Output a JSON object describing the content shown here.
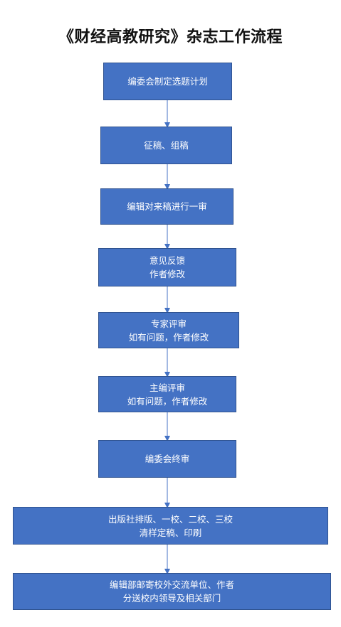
{
  "title": "《财经高教研究》杂志工作流程",
  "accent_color": "#4472c4",
  "steps": [
    {
      "lines": [
        "编委会制定选题计划"
      ]
    },
    {
      "lines": [
        "征稿、组稿"
      ]
    },
    {
      "lines": [
        "编辑对来稿进行一审"
      ]
    },
    {
      "lines": [
        "意见反馈",
        "作者修改"
      ]
    },
    {
      "lines": [
        "专家评审",
        "如有问题，作者修改"
      ]
    },
    {
      "lines": [
        "主编评审",
        "如有问题，作者修改"
      ]
    },
    {
      "lines": [
        "编委会终审"
      ]
    },
    {
      "lines": [
        "出版社排版、一校、二校、三校",
        "清样定稿、印刷"
      ]
    },
    {
      "lines": [
        "编辑部邮寄校外交流单位、作者",
        "分送校内领导及相关部门"
      ]
    }
  ]
}
